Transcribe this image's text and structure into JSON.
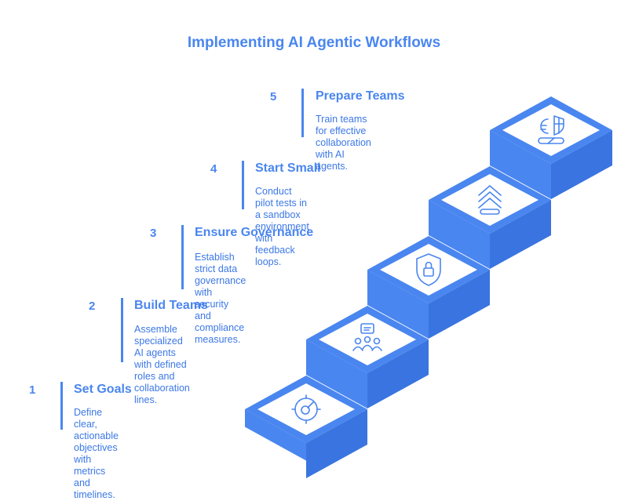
{
  "title": "Implementing AI Agentic Workflows",
  "colors": {
    "accent": "#4a86ef",
    "accent_dark": "#3a74e0",
    "text": "#3c78e6",
    "white": "#ffffff"
  },
  "steps": [
    {
      "number": "1",
      "heading": "Set Goals",
      "lines": [
        "Define clear, actionable objectives",
        "with metrics and timelines."
      ],
      "icon": "target-dial-icon"
    },
    {
      "number": "2",
      "heading": "Build Teams",
      "lines": [
        "Assemble specialized AI agents",
        "with defined roles and",
        "collaboration lines."
      ],
      "icon": "team-chat-icon"
    },
    {
      "number": "3",
      "heading": "Ensure Governance",
      "lines": [
        "Establish strict data governance",
        "with security and compliance",
        "measures."
      ],
      "icon": "shield-lock-icon"
    },
    {
      "number": "4",
      "heading": "Start Small",
      "lines": [
        "Conduct pilot tests in a sandbox",
        "environment with feedback loops."
      ],
      "icon": "chevrons-up-icon"
    },
    {
      "number": "5",
      "heading": "Prepare Teams",
      "lines": [
        "Train teams for effective",
        "collaboration with AI agents."
      ],
      "icon": "brain-shield-icon"
    }
  ]
}
